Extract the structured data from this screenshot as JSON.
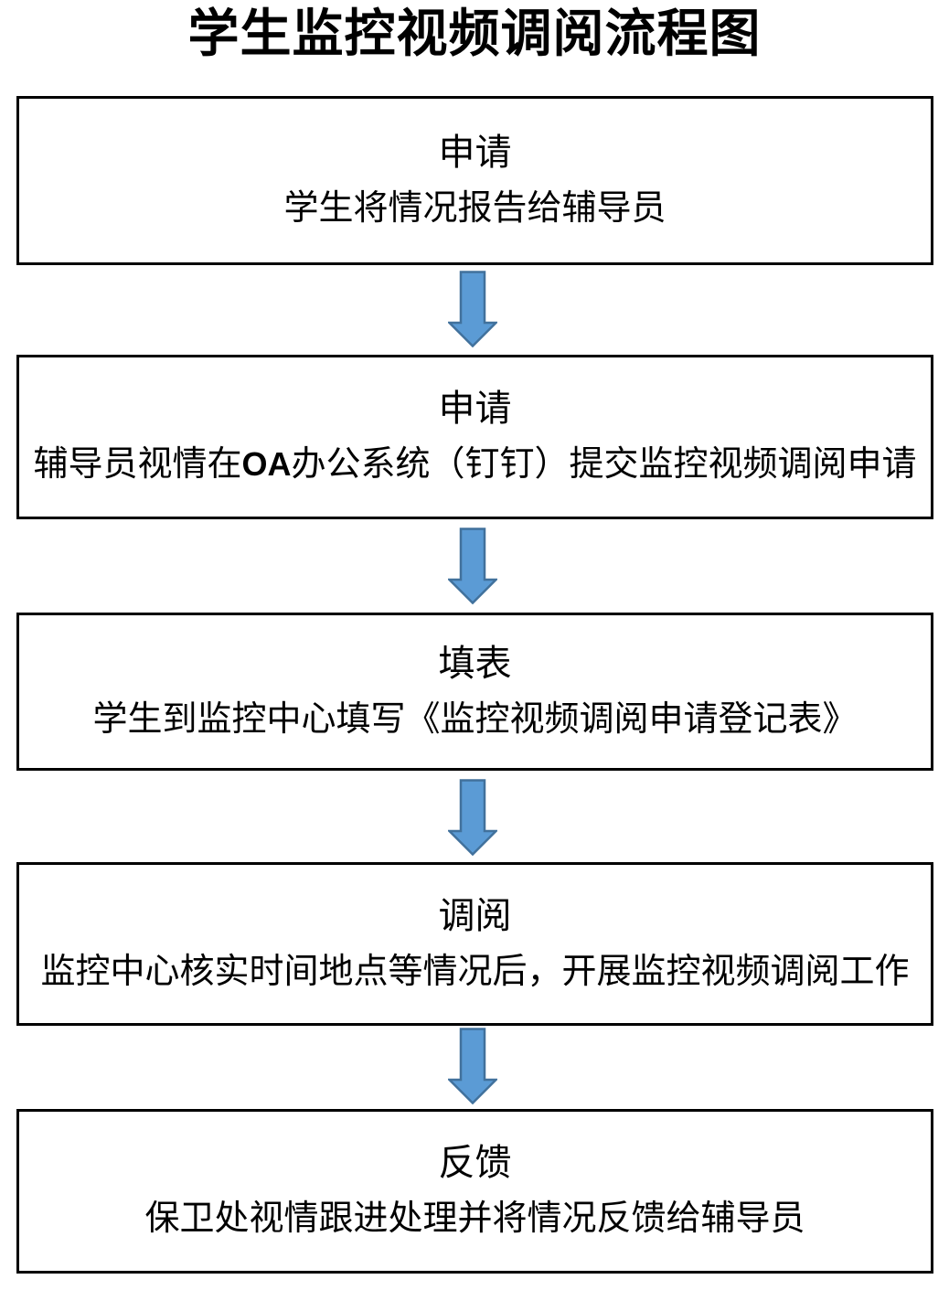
{
  "title": "学生监控视频调阅流程图",
  "colors": {
    "arrow_fill": "#5B9BD5",
    "arrow_stroke": "#41719C",
    "box_border": "#000000",
    "background": "#FFFFFF"
  },
  "flow": {
    "steps": [
      {
        "heading": "申请",
        "body": "学生将情况报告给辅导员"
      },
      {
        "heading": "申请",
        "body_parts": {
          "pre": "辅导员视情在",
          "emphasis": "OA",
          "post": "办公系统（钉钉）提交监控视频调阅申请"
        }
      },
      {
        "heading": "填表",
        "body": "学生到监控中心填写《监控视频调阅申请登记表》"
      },
      {
        "heading": "调阅",
        "body": "监控中心核实时间地点等情况后，开展监控视频调阅工作"
      },
      {
        "heading": "反馈",
        "body": "保卫处视情跟进处理并将情况反馈给辅导员"
      }
    ]
  }
}
